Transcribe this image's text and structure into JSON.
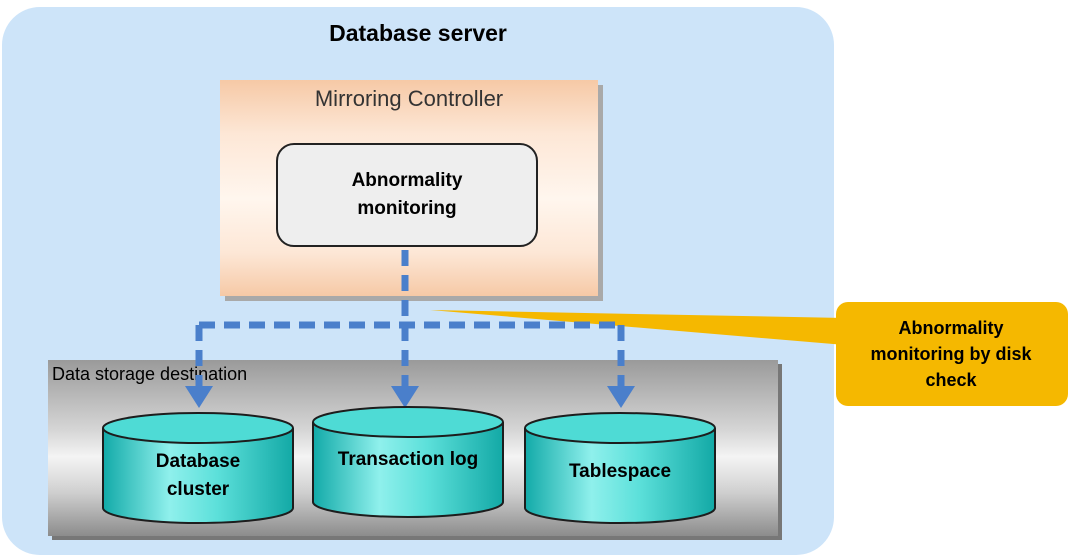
{
  "server": {
    "title": "Database server"
  },
  "controller": {
    "title": "Mirroring Controller",
    "monitor_label": "Abnormality\nmonitoring"
  },
  "storage": {
    "title": "Data storage destination",
    "items": [
      {
        "label": "Database\ncluster"
      },
      {
        "label": "Transaction log"
      },
      {
        "label": "Tablespace"
      }
    ]
  },
  "callout": {
    "label": "Abnormality\nmonitoring by disk\ncheck"
  },
  "colors": {
    "server_bg": "#cde4f9",
    "arrow": "#4a7fcb",
    "callout": "#f5b800",
    "cylinder": "#3fd5cf"
  }
}
